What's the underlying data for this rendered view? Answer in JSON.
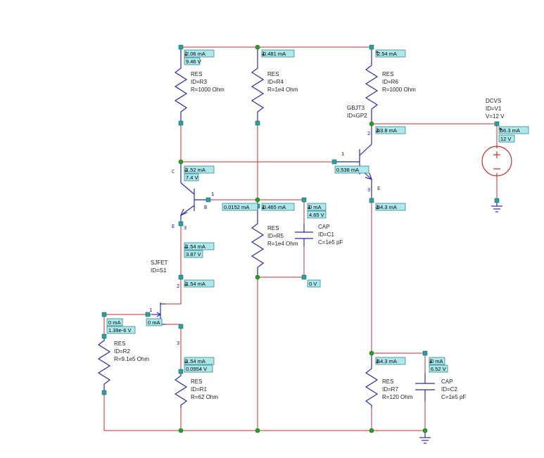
{
  "colors": {
    "wire": "#c03030",
    "component": "#2b2baa",
    "node": "#28a028",
    "pin_box": "#2aa0a0",
    "annotation_bg": "#aee8ec",
    "annotation_border": "#1c7d84"
  },
  "components": {
    "R3": {
      "type": "RES",
      "id": "ID=R3",
      "value": "R=1000 Ohm"
    },
    "R4": {
      "type": "RES",
      "id": "ID=R4",
      "value": "R=1e4 Ohm"
    },
    "R6": {
      "type": "RES",
      "id": "ID=R6",
      "value": "R=1000 Ohm"
    },
    "R5": {
      "type": "RES",
      "id": "ID=R5",
      "value": "R=1e4 Ohm"
    },
    "R2": {
      "type": "RES",
      "id": "ID=R2",
      "value": "R=9.1e5 Ohm"
    },
    "R1": {
      "type": "RES",
      "id": "ID=R1",
      "value": "R=62 Ohm"
    },
    "R7": {
      "type": "RES",
      "id": "ID=R7",
      "value": "R=120 Ohm"
    },
    "C1": {
      "type": "CAP",
      "id": "ID=C1",
      "value": "C=1e5 pF"
    },
    "C2": {
      "type": "CAP",
      "id": "ID=C2",
      "value": "C=1e5 pF"
    },
    "GP2": {
      "type": "GBJT3",
      "id": "ID=GP2"
    },
    "S1": {
      "type": "SJFET",
      "id": "ID=S1"
    },
    "V1": {
      "type": "DCVS",
      "id": "ID=V1",
      "value": "V=12 V"
    }
  },
  "pin_labels": {
    "gp2_base": "1",
    "gp2_collector": "2",
    "gp2_emitter": "3",
    "gp2_e_letter": "E",
    "q1_c_letter": "C",
    "q1_b_letter": "B",
    "q1_e_letter": "E",
    "q1_base": "1",
    "q1_emitter": "3",
    "s1_gate": "1",
    "s1_drain": "2",
    "s1_source": "3"
  },
  "annotations": {
    "r3_top_i": "2.06 mA",
    "r3_top_v": "9.46 V",
    "r4_top_i": "0.481 mA",
    "r6_top_i": "2.54 mA",
    "gp2_collector_i": "53.8 mA",
    "gp2_base_i": "0.538 mA",
    "gp2_emitter_i": "54.3 mA",
    "v1_i": "56.3 mA",
    "v1_v": "12 V",
    "q1_collector_i": "1.52 mA",
    "q1_collector_v": "7.4 V",
    "q1_base_i": "0.0152 mA",
    "r5_top_i": "0.465 mA",
    "c1_i": "0 mA",
    "c1_v": "4.65 V",
    "c1_bottom_v": "0 V",
    "q1_emitter_i": "1.54 mA",
    "q1_emitter_v": "3.87 V",
    "s1_drain_i": "1.54 mA",
    "r2_i": "0 mA",
    "r2_v": "1.39e-6 V",
    "s1_gate_i": "0 mA",
    "r1_i": "1.54 mA",
    "r1_v": "0.0954 V",
    "r7_i": "54.3 mA",
    "c2_i": "0 mA",
    "c2_v": "6.52 V"
  }
}
